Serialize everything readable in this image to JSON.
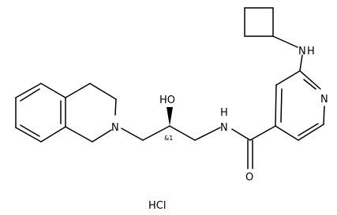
{
  "molecule": {
    "atoms": {
      "n_isoquinoline": "N",
      "hydroxyl": "HO",
      "stereo_label": "&1",
      "amide_nh": "H",
      "amide_n": "N",
      "carbonyl_o": "O",
      "pyridine_n": "N",
      "amine_n": "N",
      "amine_h": "H"
    },
    "counterion": "HCl",
    "colors": {
      "line": "#000000",
      "background": "#ffffff"
    }
  }
}
